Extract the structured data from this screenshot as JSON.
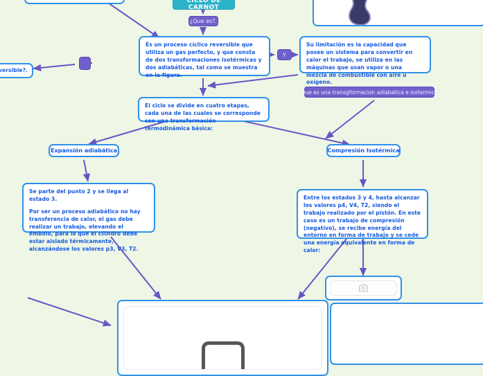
{
  "canvas": {
    "background_color": "#eef6e6",
    "edge_color": "#6a55c4",
    "node_border_color": "#2f90e8",
    "node_text_color": "#1358e0",
    "accent_teal": "#2bb3c9",
    "accent_purple": "#7160cc"
  },
  "title": {
    "text": "CICLO DE CARNOT"
  },
  "labels": {
    "que_es": "¿Que es?.",
    "connector_y": "Y",
    "connector_blank": "",
    "transformacion": "¿Que es una transgformacion adiabatica e isotermica?"
  },
  "nodes": {
    "reversible_clipped": {
      "text": "¿Que es reversible?."
    },
    "definicion": {
      "text": "Es un proceso cíclico reversible que utiliza un gas perfecto, y que consta de dos transformaciones isotérmicas y dos adiabáticas, tal como se muestra en la figura."
    },
    "limitacion": {
      "text": "Su limitación es la capacidad que posee un sistema para convertir en calor el trabajo, se utiliza en las máquinas que usan vapor o una mezcla de combustible con aire u oxígeno."
    },
    "cuatro_etapas": {
      "text": "El ciclo se divide en cuatro etapas, cada una de las cuales se corresponde con una transformación termodinámica básica:"
    },
    "expansion_adiabatica": {
      "label": "Expansión adiabática"
    },
    "compresion_isotermica": {
      "label": "Compresión Isotérmica"
    },
    "expansion_detalle": {
      "paragraph_1": "Se parte del punto 2 y se llega al estado 3.",
      "paragraph_2": "Por ser un proceso adiabático no hay transferencia de calor, el gas debe realizar un trabajo, elevando el émbolo, para lo que el cilindro debe estar aislado térmicamente, alcanzándose los valores p3, V3, T2."
    },
    "compresion_detalle": {
      "text": "Entre los estados 3 y 4, hasta alcanzar los valores p4, V4, T2, siendo el trabajo realizado por el pistón. En este caso es un trabajo de compresión (negativo), se recibe energía del entorno en forma de trabajo y se cede una energía equivalente en forma de calor:"
    },
    "formula_image": {
      "icon": "camera-image-placeholder-icon"
    },
    "diagram_image": {
      "icon": "piston-diagram-image"
    },
    "photo_panel": {
      "icon": "carnot-photo-image"
    }
  }
}
